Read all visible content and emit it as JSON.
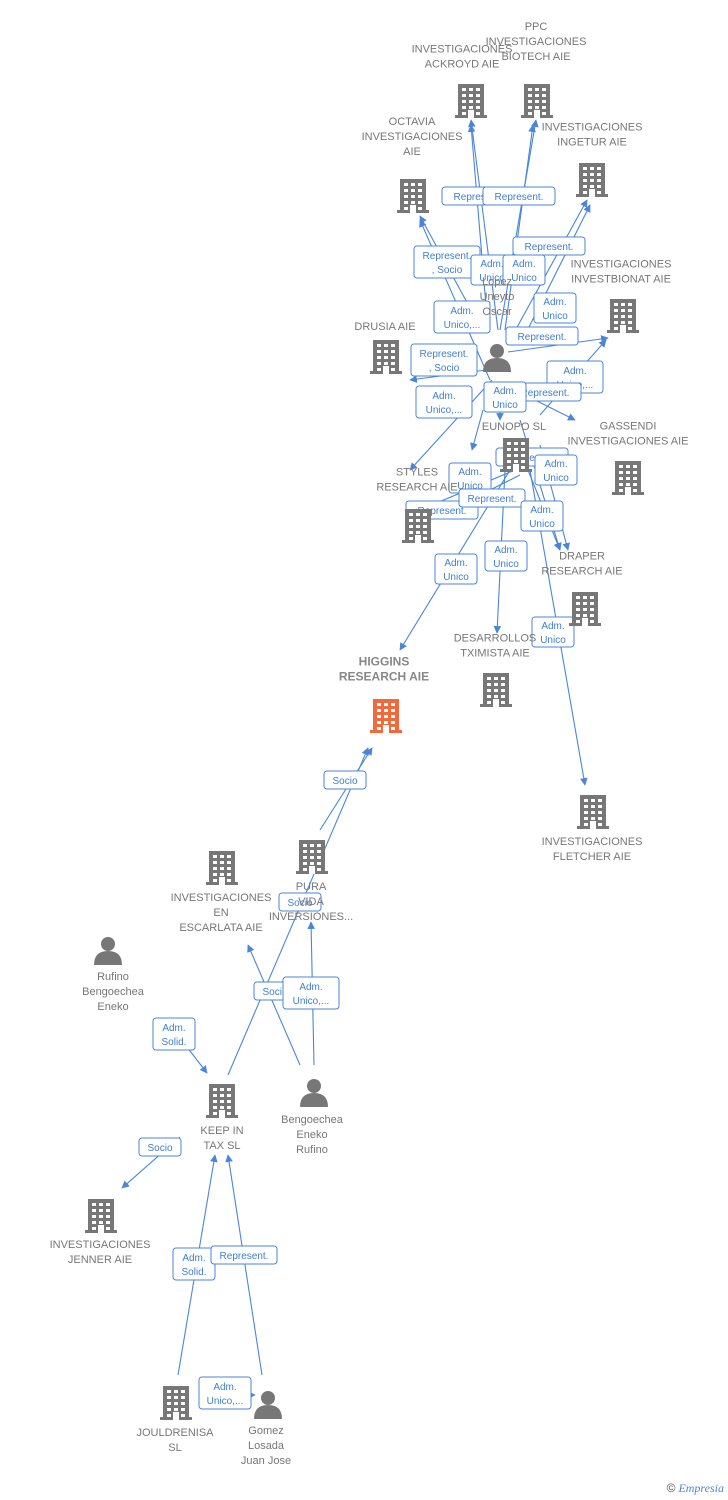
{
  "colors": {
    "edge": "#4a86d8",
    "node": "#777777",
    "focus": "#f26a3b"
  },
  "nodes": [
    {
      "id": "ackroyd",
      "kind": "company",
      "lines": [
        "INVESTIGACIONES",
        "ACKROYD AIE"
      ]
    },
    {
      "id": "biotech",
      "kind": "company",
      "lines": [
        "PPC",
        "INVESTIGACIONES",
        "BIOTECH  AIE"
      ]
    },
    {
      "id": "octavia",
      "kind": "company",
      "lines": [
        "OCTAVIA",
        "INVESTIGACIONES",
        "AIE"
      ]
    },
    {
      "id": "ingetur",
      "kind": "company",
      "lines": [
        "INVESTIGACIONES",
        "INGETUR AIE"
      ]
    },
    {
      "id": "investbionat",
      "kind": "company",
      "lines": [
        "INVESTIGACIONES",
        "INVESTBIONAT AIE"
      ]
    },
    {
      "id": "drusia",
      "kind": "company",
      "lines": [
        "DRUSIA  AIE"
      ]
    },
    {
      "id": "lopez",
      "kind": "person",
      "lines": [
        "Lopez",
        "Uneyto",
        "Oscar"
      ]
    },
    {
      "id": "eunopo",
      "kind": "company",
      "lines": [
        "EUNOPO  SL"
      ]
    },
    {
      "id": "gassendi",
      "kind": "company",
      "lines": [
        "GASSENDI",
        "INVESTIGACIONES AIE"
      ]
    },
    {
      "id": "styles",
      "kind": "company",
      "lines": [
        "STYLES",
        "RESEARCH AIE"
      ]
    },
    {
      "id": "draper",
      "kind": "company",
      "lines": [
        "DRAPER",
        "RESEARCH AIE"
      ]
    },
    {
      "id": "txiximista",
      "kind": "company",
      "lines": [
        "DESARROLLOS",
        "TXIMISTA AIE"
      ]
    },
    {
      "id": "higgins",
      "kind": "focus",
      "lines": [
        "HIGGINS",
        "RESEARCH AIE"
      ]
    },
    {
      "id": "fletcher",
      "kind": "company",
      "lines": [
        "INVESTIGACIONES",
        "FLETCHER AIE"
      ]
    },
    {
      "id": "pura",
      "kind": "company",
      "lines": [
        "PURA",
        "VIDA",
        "INVERSIONES..."
      ]
    },
    {
      "id": "escarlata",
      "kind": "company",
      "lines": [
        "INVESTIGACIONES",
        "EN",
        "ESCARLATA AIE"
      ]
    },
    {
      "id": "rufino",
      "kind": "person",
      "lines": [
        "Rufino",
        "Bengoechea",
        "Eneko"
      ]
    },
    {
      "id": "bengoechea",
      "kind": "person",
      "lines": [
        "Bengoechea",
        "Eneko",
        "Rufino"
      ]
    },
    {
      "id": "keepintax",
      "kind": "company",
      "lines": [
        "KEEP IN",
        "TAX  SL"
      ]
    },
    {
      "id": "jenner",
      "kind": "company",
      "lines": [
        "INVESTIGACIONES",
        "JENNER AIE"
      ]
    },
    {
      "id": "jouldrenisa",
      "kind": "company",
      "lines": [
        "JOULDRENISA",
        "SL"
      ]
    },
    {
      "id": "gomez",
      "kind": "person",
      "lines": [
        "Gomez",
        "Losada",
        "Juan Jose"
      ]
    }
  ],
  "edge_labels": [
    [
      "Represent."
    ],
    [
      "Represent."
    ],
    [
      "Represent.",
      ", Socio"
    ],
    [
      "Adm.",
      "Unico"
    ],
    [
      "Adm.",
      "Unico"
    ],
    [
      "Represent."
    ],
    [
      "Adm.",
      "Unico"
    ],
    [
      "Adm.",
      "Unico,..."
    ],
    [
      "Represent."
    ],
    [
      "Represent.",
      ", Socio"
    ],
    [
      "Adm.",
      "Unico,..."
    ],
    [
      "Adm.",
      "Unico,..."
    ],
    [
      "Represent."
    ],
    [
      "Adm.",
      "Unico"
    ],
    [
      "Adm.",
      "Unico"
    ],
    [
      "Represent."
    ],
    [
      "Adm.",
      "Unico"
    ],
    [
      "Represent."
    ],
    [
      "Represent."
    ],
    [
      "Adm.",
      "Unico"
    ],
    [
      "Adm.",
      "Unico"
    ],
    [
      "Adm.",
      "Unico"
    ],
    [
      "Adm.",
      "Unico"
    ],
    [
      "Socio"
    ],
    [
      "Socio"
    ],
    [
      "Socio"
    ],
    [
      "Adm.",
      "Unico,..."
    ],
    [
      "Adm.",
      "Solid."
    ],
    [
      "Socio"
    ],
    [
      "Adm.",
      "Solid."
    ],
    [
      "Represent."
    ],
    [
      "Adm.",
      "Unico,..."
    ]
  ],
  "footer": {
    "copyright": "©",
    "brand": "Empresia"
  }
}
